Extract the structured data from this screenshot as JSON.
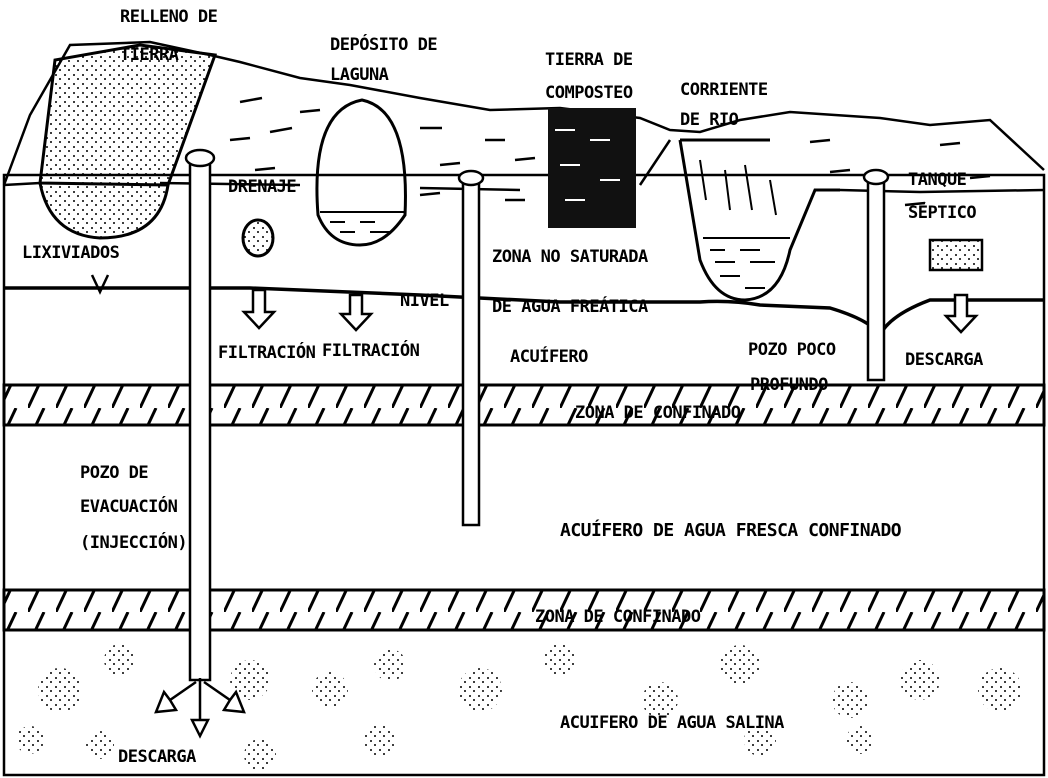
{
  "labels": {
    "relleno_line1": "RELLENO DE",
    "relleno_line2": "TIERRA",
    "deposito_line1": "DEPÓSITO DE",
    "deposito_line2": "LAGUNA",
    "composteo_line1": "TIERRA DE",
    "composteo_line2": "COMPOSTEO",
    "corriente_line1": "CORRIENTE",
    "corriente_line2": "DE RIO",
    "tanque_line1": "TANQUE",
    "tanque_line2": "SÉPTICO",
    "drenaje": "DRENAJE",
    "lixiviados": "LIXIVIADOS",
    "zona_no_saturada": "ZONA NO SATURADA",
    "nivel": "NIVEL",
    "agua_freatica": "DE AGUA FREÁTICA",
    "filtracion_1": "FILTRACIÓN",
    "filtracion_2": "FILTRACIÓN",
    "acuifero": "ACUÍFERO",
    "pozo_poco_line1": "POZO POCO",
    "pozo_poco_line2": "PROFUNDO",
    "descarga_tanque": "DESCARGA",
    "zona_confinado_1": "ZONA DE CONFINADO",
    "pozo_evac_line1": "POZO DE",
    "pozo_evac_line2": "EVACUACIÓN",
    "pozo_evac_line3": "(INJECCIÓN)",
    "acuifero_fresca": "ACUÍFERO DE AGUA FRESCA CONFINADO",
    "zona_confinado_2": "ZONA DE CONFINADO",
    "acuifero_salina": "ACUIFERO DE AGUA SALINA",
    "descarga_pozo": "DESCARGA"
  }
}
